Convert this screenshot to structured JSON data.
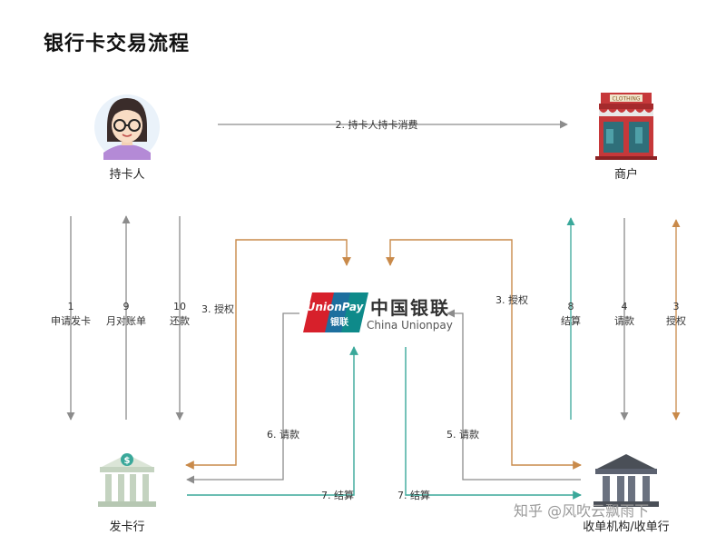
{
  "title": "银行卡交易流程",
  "nodes": {
    "cardholder": "持卡人",
    "merchant": "商户",
    "issuer": "发卡行",
    "acquirer": "收单机构/收单行"
  },
  "merchant_sign": "CLOTHING",
  "issuer_sign": "$",
  "logo": {
    "brand_en": "UnionPay",
    "brand_cn_small": "银联",
    "brand_cn": "中国银联",
    "brand_en_full": "China Unionpay"
  },
  "flows": {
    "f2": "2. 持卡人持卡消费",
    "f1_num": "1",
    "f1_txt": "申请发卡",
    "f9_num": "9",
    "f9_txt": "月对账单",
    "f10_num": "10",
    "f10_txt": "还款",
    "f3_left": "3. 授权",
    "f3_right": "3. 授权",
    "f8_num": "8",
    "f8_txt": "结算",
    "f4_num": "4",
    "f4_txt": "请款",
    "f3m_num": "3",
    "f3m_txt": "授权",
    "f6": "6. 请款",
    "f5": "5. 请款",
    "f7_left": "7. 结算",
    "f7_right": "7. 结算"
  },
  "watermark": "知乎 @风吹云飘雨下",
  "colors": {
    "gray": "#8c8c8c",
    "orange": "#c98a4a",
    "teal": "#3aa89a",
    "unionpay_red": "#d7202b",
    "unionpay_blue": "#1d6f9e",
    "unionpay_teal": "#0e8a8a"
  }
}
